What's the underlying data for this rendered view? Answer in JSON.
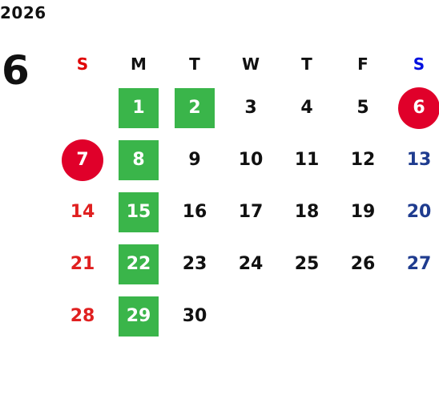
{
  "year": "2026",
  "month": "6",
  "colors": {
    "weekday_text": "#111111",
    "sunday_text": "#e02020",
    "saturday_text": "#1f3c8f",
    "sunday_header": "#e00000",
    "saturday_header": "#0010e0",
    "highlight_green": "#3ab54a",
    "highlight_red": "#e0002a",
    "highlight_text": "#ffffff"
  },
  "weekdays": [
    {
      "label": "S",
      "type": "sun"
    },
    {
      "label": "M",
      "type": "weekday"
    },
    {
      "label": "T",
      "type": "weekday"
    },
    {
      "label": "W",
      "type": "weekday"
    },
    {
      "label": "T",
      "type": "weekday"
    },
    {
      "label": "F",
      "type": "weekday"
    },
    {
      "label": "S",
      "type": "sat"
    }
  ],
  "weeks": [
    [
      {
        "day": ""
      },
      {
        "day": "1",
        "highlight": "green"
      },
      {
        "day": "2",
        "highlight": "green"
      },
      {
        "day": "3"
      },
      {
        "day": "4"
      },
      {
        "day": "5"
      },
      {
        "day": "6",
        "highlight": "red"
      }
    ],
    [
      {
        "day": "7",
        "highlight": "red"
      },
      {
        "day": "8",
        "highlight": "green"
      },
      {
        "day": "9"
      },
      {
        "day": "10"
      },
      {
        "day": "11"
      },
      {
        "day": "12"
      },
      {
        "day": "13"
      }
    ],
    [
      {
        "day": "14"
      },
      {
        "day": "15",
        "highlight": "green"
      },
      {
        "day": "16"
      },
      {
        "day": "17"
      },
      {
        "day": "18"
      },
      {
        "day": "19"
      },
      {
        "day": "20"
      }
    ],
    [
      {
        "day": "21"
      },
      {
        "day": "22",
        "highlight": "green"
      },
      {
        "day": "23"
      },
      {
        "day": "24"
      },
      {
        "day": "25"
      },
      {
        "day": "26"
      },
      {
        "day": "27"
      }
    ],
    [
      {
        "day": "28"
      },
      {
        "day": "29",
        "highlight": "green"
      },
      {
        "day": "30"
      },
      {
        "day": ""
      },
      {
        "day": ""
      },
      {
        "day": ""
      },
      {
        "day": ""
      }
    ]
  ]
}
